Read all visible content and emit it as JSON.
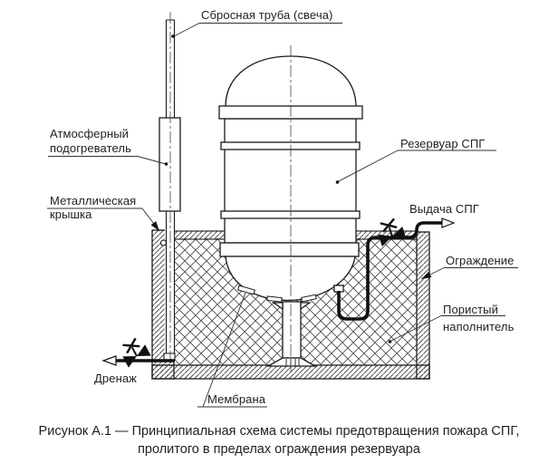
{
  "figure": {
    "labels": {
      "vent_pipe": "Сбросная труба (свеча)",
      "heater": "Атмосферный\nподогреватель",
      "metal_lid": "Металлическая\nкрышка",
      "tank": "Резервуар СПГ",
      "lng_outlet": "Выдача СПГ",
      "enclosure": "Ограждение",
      "porous_filler": "Пористый\nнаполнитель",
      "drain": "Дренаж",
      "membrane": "Мембрана"
    },
    "caption": "Рисунок А.1 — Принципиальная схема системы предотвращения пожара СПГ,\nпролитого в пределах ограждения резервуара",
    "colors": {
      "line": "#1a1a1a",
      "background": "#ffffff"
    }
  }
}
